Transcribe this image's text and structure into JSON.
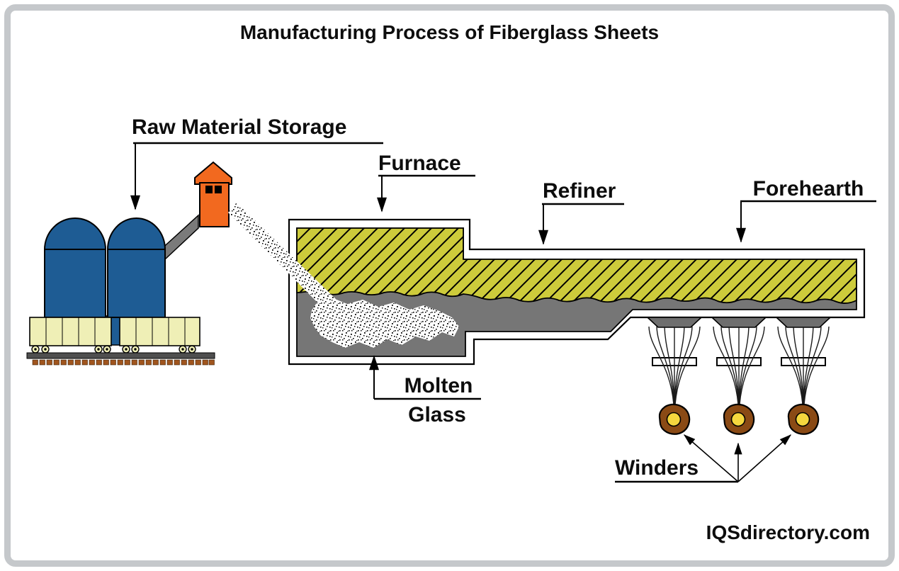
{
  "title": "Manufacturing Process of Fiberglass Sheets",
  "credit": "IQSdirectory.com",
  "labels": {
    "raw_material_storage": "Raw Material Storage",
    "furnace": "Furnace",
    "refiner": "Refiner",
    "forehearth": "Forehearth",
    "molten_line1": "Molten",
    "molten_line2": "Glass",
    "winders": "Winders"
  },
  "colors": {
    "batch_yellow": "#cdcb3b",
    "glass_gray": "#767676",
    "bushing_gray": "#6e6e6e",
    "silo_blue": "#1e5c94",
    "tower_orange": "#f2691f",
    "railcar_yellow": "#efefb6",
    "winder_brown": "#8a4a15",
    "winder_core_yellow": "#f5d73e",
    "tie_brown": "#a0551e",
    "conveyor_gray": "#7a7a7a",
    "rail_gray": "#4f4f4f",
    "frame_gray": "#c5c8cb",
    "outline_black": "#000000"
  }
}
